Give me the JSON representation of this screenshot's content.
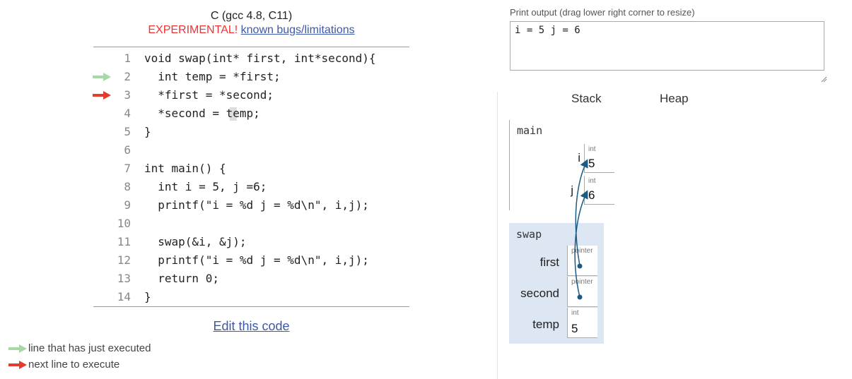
{
  "header": {
    "lang_title": "C (gcc 4.8, C11)",
    "experimental_label": "EXPERIMENTAL!",
    "bugs_link": "known bugs/limitations"
  },
  "code": {
    "lines": [
      {
        "num": "1",
        "text": "void swap(int* first, int*second){"
      },
      {
        "num": "2",
        "text": "  int temp = *first;"
      },
      {
        "num": "3",
        "text": "  *first = *second;"
      },
      {
        "num": "4",
        "text": "  *second = temp;"
      },
      {
        "num": "5",
        "text": "}"
      },
      {
        "num": "6",
        "text": ""
      },
      {
        "num": "7",
        "text": "int main() {"
      },
      {
        "num": "8",
        "text": "  int i = 5, j =6;"
      },
      {
        "num": "9",
        "text": "  printf(\"i = %d j = %d\\n\", i,j);"
      },
      {
        "num": "10",
        "text": ""
      },
      {
        "num": "11",
        "text": "  swap(&i, &j);"
      },
      {
        "num": "12",
        "text": "  printf(\"i = %d j = %d\\n\", i,j);"
      },
      {
        "num": "13",
        "text": "  return 0;"
      },
      {
        "num": "14",
        "text": "}"
      }
    ],
    "just_executed_line": 2,
    "next_line": 3
  },
  "edit_link": "Edit this code",
  "legend": {
    "just_executed": "line that has just executed",
    "next_line": "next line to execute"
  },
  "colors": {
    "just_executed_arrow": "#a6d9a6",
    "next_line_arrow": "#e33b2e",
    "link": "#3d58a8",
    "experimental": "#e33333",
    "pointer_arrow": "#1b5b84",
    "active_frame_bg": "#dde6f3"
  },
  "output": {
    "label": "Print output (drag lower right corner to resize)",
    "text": "i = 5 j = 6"
  },
  "viz": {
    "stack_header": "Stack",
    "heap_header": "Heap",
    "frames": {
      "main": {
        "name": "main",
        "vars": [
          {
            "name": "i",
            "type": "int",
            "value": "5"
          },
          {
            "name": "j",
            "type": "int",
            "value": "6"
          }
        ]
      },
      "swap": {
        "name": "swap",
        "vars": [
          {
            "name": "first",
            "type": "pointer",
            "value": ""
          },
          {
            "name": "second",
            "type": "pointer",
            "value": ""
          },
          {
            "name": "temp",
            "type": "int",
            "value": "5"
          }
        ]
      }
    }
  }
}
